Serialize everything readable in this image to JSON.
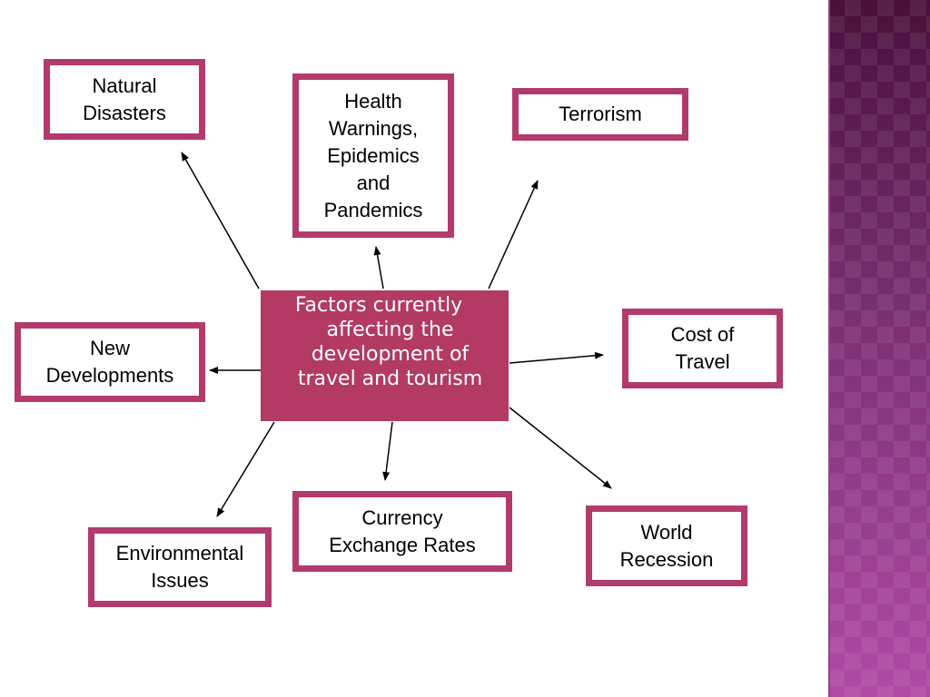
{
  "diagram": {
    "center": "Factors currently affecting the development of travel and tourism",
    "factors": {
      "natural_disasters": "Natural\nDisasters",
      "health_warnings": "Health\nWarnings,\nEpidemics\nand\nPandemics",
      "terrorism": "Terrorism",
      "cost_of_travel": "Cost of\nTravel",
      "new_developments": "New\nDevelopments",
      "environmental_issues": "Environmental\nIssues",
      "currency_exchange_rates": "Currency\nExchange Rates",
      "world_recession": "World\nRecession"
    }
  },
  "colors": {
    "accent": "#b23a6c",
    "center_fill": "#b23a64",
    "side_band": "#6e2a66"
  }
}
